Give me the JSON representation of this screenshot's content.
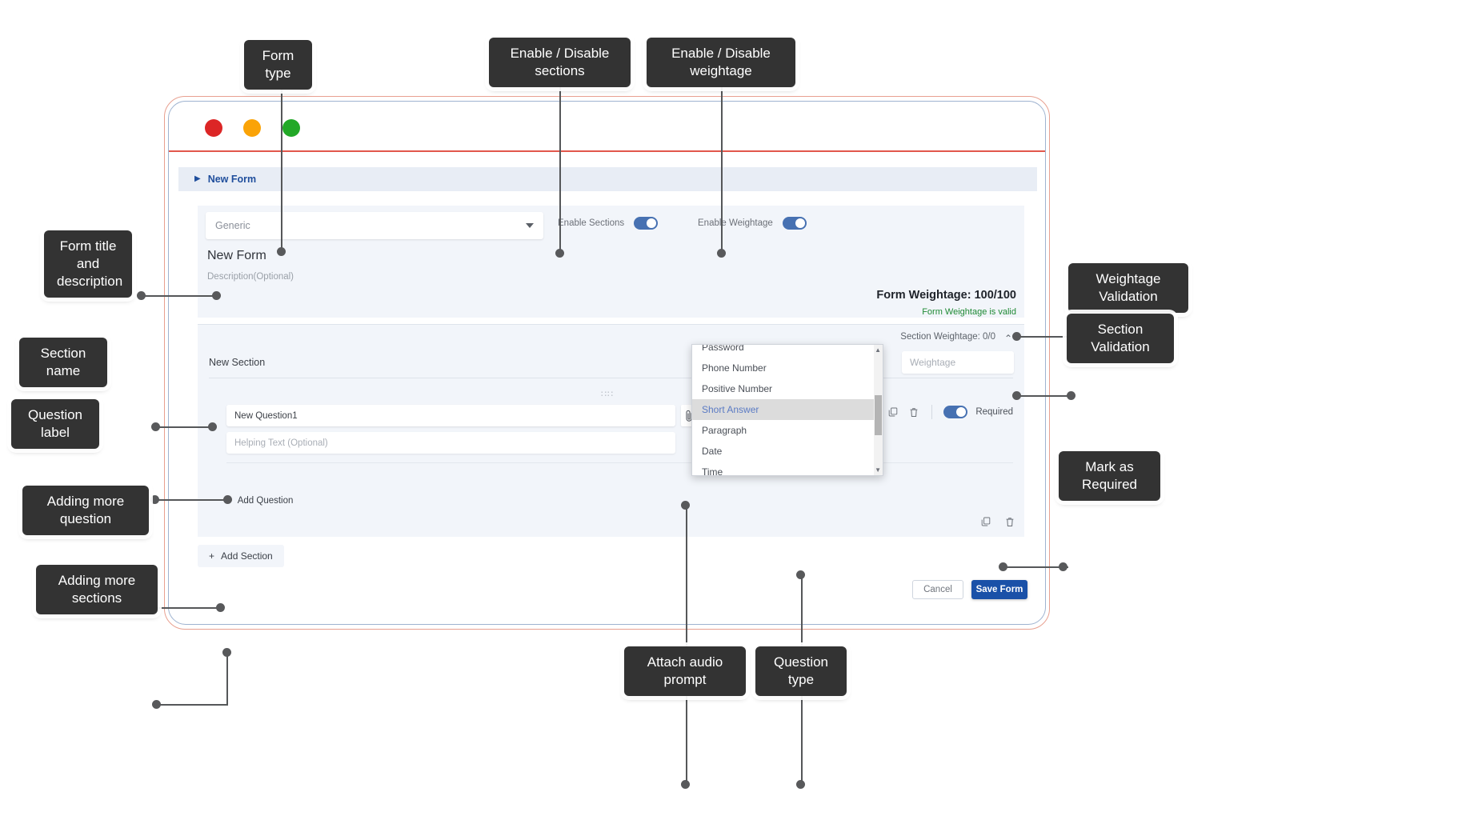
{
  "window": {
    "traffic_lights": [
      "close-red",
      "minimize-amber",
      "maximize-green"
    ],
    "colors": {
      "red": "#DC2626",
      "amber": "#FAA307",
      "green": "#22A827"
    }
  },
  "breadcrumb": {
    "caret": "▶",
    "label": "New Form"
  },
  "form_header": {
    "type_select_value": "Generic",
    "toggles": [
      {
        "label": "Enable Sections",
        "state": "on"
      },
      {
        "label": "Enable Weightage",
        "state": "on"
      }
    ],
    "title": "New Form",
    "description_placeholder": "Description(Optional)",
    "weightage_label": "Form Weightage: 100/100",
    "weightage_status": "Form Weightage is valid",
    "weightage_status_color": "#1f8a34"
  },
  "section": {
    "weightage_label": "Section Weightage: 0/0",
    "collapse_caret": "⌃",
    "name": "New Section",
    "weightage_placeholder": "Weightage",
    "question": {
      "drag_handle": "∷∷",
      "label": "New Question1",
      "helping_text_placeholder": "Helping Text (Optional)",
      "attach_icon": "attach-audio",
      "required_label": "Required",
      "required_state": "on",
      "actions": [
        "duplicate",
        "delete"
      ]
    },
    "add_question_label": "Add Question",
    "add_question_icon": "+",
    "actions": [
      "duplicate",
      "delete"
    ]
  },
  "add_section": {
    "label": "Add Section",
    "icon": "+"
  },
  "footer": {
    "cancel_label": "Cancel",
    "save_label": "Save Form",
    "save_color": "#1A51A8"
  },
  "question_type_dropdown": {
    "options": [
      {
        "label": "Password",
        "selected": false
      },
      {
        "label": "Phone Number",
        "selected": false
      },
      {
        "label": "Positive Number",
        "selected": false
      },
      {
        "label": "Short Answer",
        "selected": true
      },
      {
        "label": "Paragraph",
        "selected": false
      },
      {
        "label": "Date",
        "selected": false
      },
      {
        "label": "Time",
        "selected": false
      }
    ],
    "selected_value": "Short Answer",
    "scroll_up_arrow": "▲",
    "scroll_down_arrow": "▼"
  },
  "annotations": [
    {
      "id": "form-type",
      "text": "Form type"
    },
    {
      "id": "enable-sections",
      "text": "Enable / Disable sections"
    },
    {
      "id": "enable-weightage",
      "text": "Enable / Disable weightage"
    },
    {
      "id": "form-title-desc",
      "text": "Form title and\ndescription"
    },
    {
      "id": "weightage-validation",
      "text": "Weightage Validation"
    },
    {
      "id": "section-validation",
      "text": "Section Validation"
    },
    {
      "id": "section-name",
      "text": "Section name"
    },
    {
      "id": "question-label",
      "text": "Question label"
    },
    {
      "id": "mark-as-required",
      "text": "Mark as Required"
    },
    {
      "id": "adding-more-question",
      "text": "Adding more question"
    },
    {
      "id": "adding-more-sections",
      "text": "Adding more sections"
    },
    {
      "id": "attach-audio-prompt",
      "text": "Attach audio prompt"
    },
    {
      "id": "question-type",
      "text": "Question type"
    }
  ]
}
